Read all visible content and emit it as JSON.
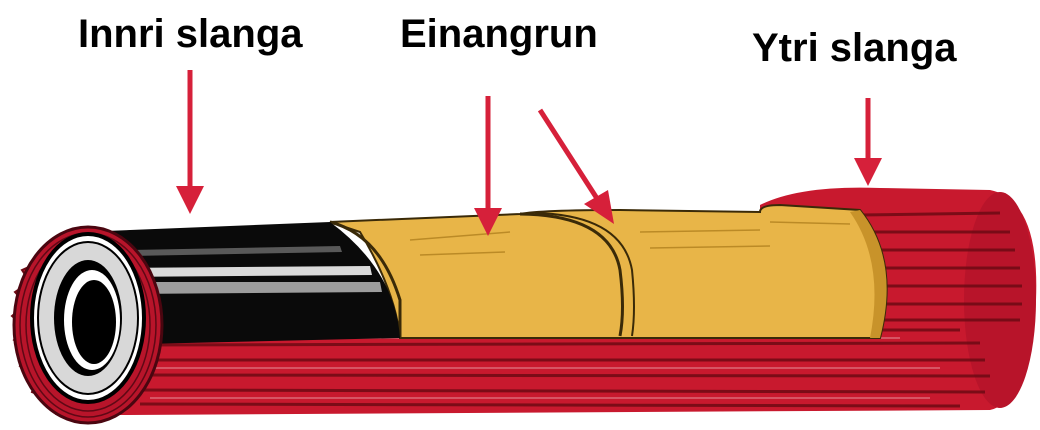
{
  "labels": {
    "inner_hose": "Innri slanga",
    "insulation": "Einangrun",
    "outer_hose": "Ytri slanga"
  },
  "colors": {
    "outer_red": "#c8192e",
    "dark_red": "#7a0c18",
    "insulation_yellow": "#e8b548",
    "insulation_shadow": "#c8932a",
    "inner_black": "#0a0a0a",
    "arrow_red": "#d6203a"
  }
}
